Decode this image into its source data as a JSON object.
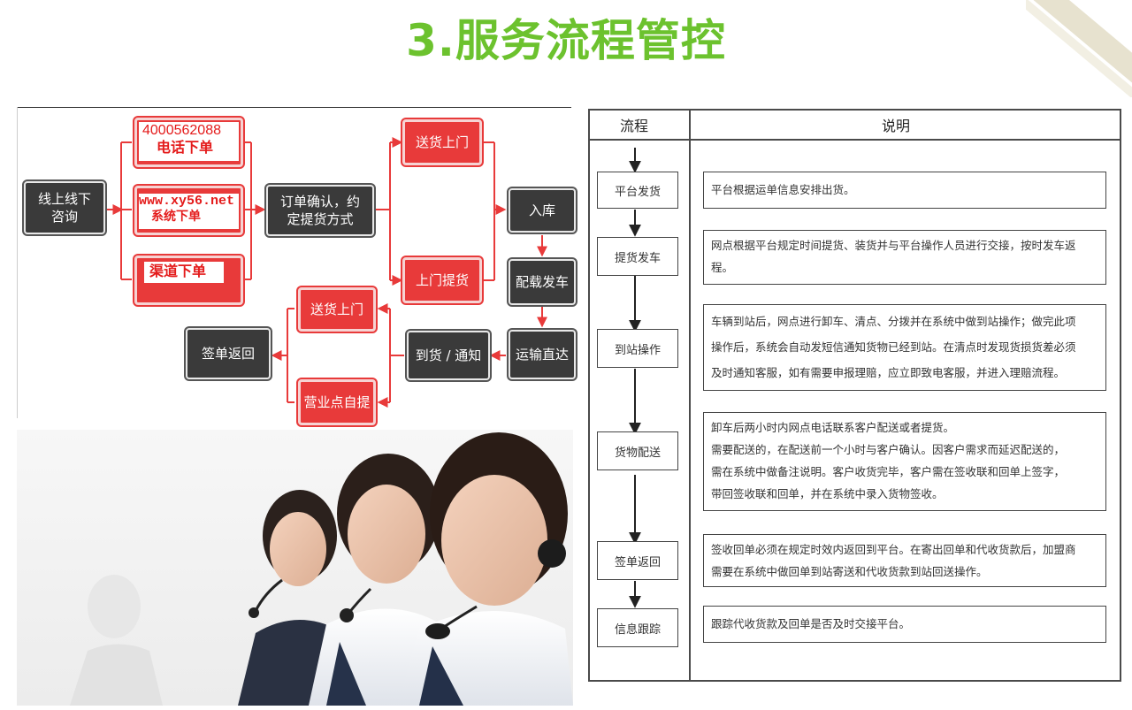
{
  "slide": {
    "title": "3.服务流程管控"
  },
  "flow": {
    "consult": [
      "线上线下",
      "咨询"
    ],
    "phone": [
      "4000562088",
      "电话下单"
    ],
    "system": [
      "www.xy56.net",
      "系统下单"
    ],
    "channel": "渠道下单",
    "confirm": [
      "订单确认，约",
      "定提货方式"
    ],
    "deliver_top": "送货上门",
    "pickup_top": "上门提货",
    "storage": "入库",
    "load": "配载发车",
    "transport": "运输直达",
    "arrive": "到货 / 通知",
    "deliver_bottom": "送货上门",
    "self_pick": "营业点自提",
    "sign_return": "签单返回"
  },
  "process_table": {
    "header_step": "流程",
    "header_desc": "说明",
    "rows": [
      {
        "step": "平台发货",
        "lines": [
          "平台根据运单信息安排出货。"
        ]
      },
      {
        "step": "提货发车",
        "lines": [
          "网点根据平台规定时间提货、装货并与平台操作人员进行交接，按时发车返",
          "程。"
        ]
      },
      {
        "step": "到站操作",
        "lines": [
          "车辆到站后，网点进行卸车、清点、分拨并在系统中做到站操作；做完此项",
          "操作后，系统会自动发短信通知货物已经到站。在清点时发现货损货差必须",
          "及时通知客服，如有需要申报理赔，应立即致电客服，并进入理赔流程。"
        ]
      },
      {
        "step": "货物配送",
        "lines": [
          "卸车后两小时内网点电话联系客户配送或者提货。",
          "需要配送的，在配送前一个小时与客户确认。因客户需求而延迟配送的，",
          "需在系统中做备注说明。客户收货完毕，客户需在签收联和回单上签字，",
          "带回签收联和回单，并在系统中录入货物签收。"
        ]
      },
      {
        "step": "签单返回",
        "lines": [
          "签收回单必须在规定时效内返回到平台。在寄出回单和代收货款后，加盟商",
          "需要在系统中做回单到站寄送和代收货款到站回送操作。"
        ]
      },
      {
        "step": "信息跟踪",
        "lines": [
          "跟踪代收货款及回单是否及时交接平台。"
        ]
      }
    ]
  }
}
